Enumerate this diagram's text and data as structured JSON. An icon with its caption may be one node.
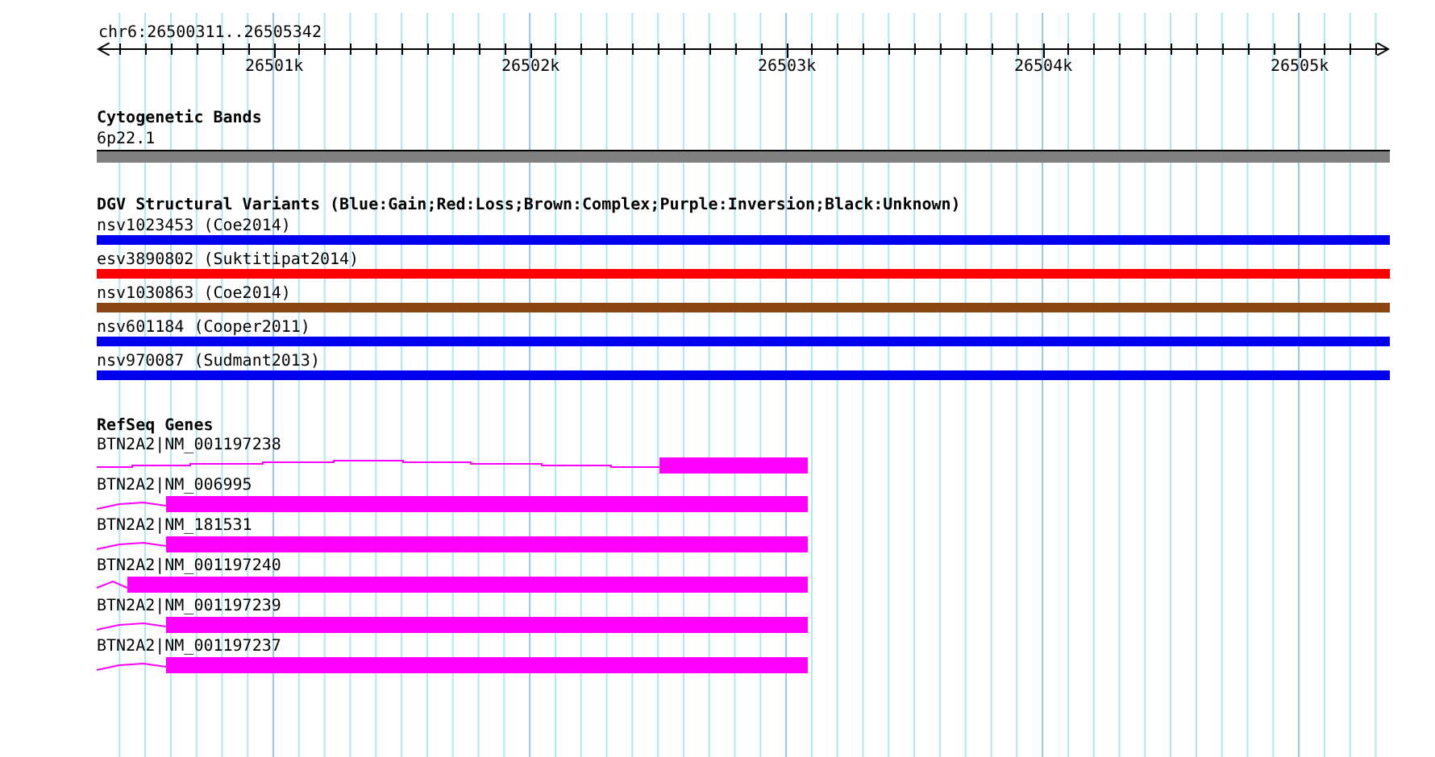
{
  "diagram": {
    "title": "chr6:26500311..26505342",
    "labels": [
      "26501k",
      "26502k",
      "26503k",
      "26504k",
      "26505k",
      "Cytogenetic Bands",
      "6p22.1",
      "DGV Structural Variants (Blue:Gain;Red:Loss;Brown:Complex;Purple:Inversion;Black:Unknown)",
      "nsv1023453 (Coe2014)",
      "esv3890802 (Suktitipat2014)",
      "nsv1030863 (Coe2014)",
      "nsv601184 (Cooper2011)",
      "nsv970087 (Sudmant2013)",
      "RefSeq Genes",
      "BTN2A2|NM_001197238",
      "BTN2A2|NM_006995",
      "BTN2A2|NM_181531",
      "BTN2A2|NM_001197240",
      "BTN2A2|NM_001197239",
      "BTN2A2|NM_001197237"
    ]
  }
}
